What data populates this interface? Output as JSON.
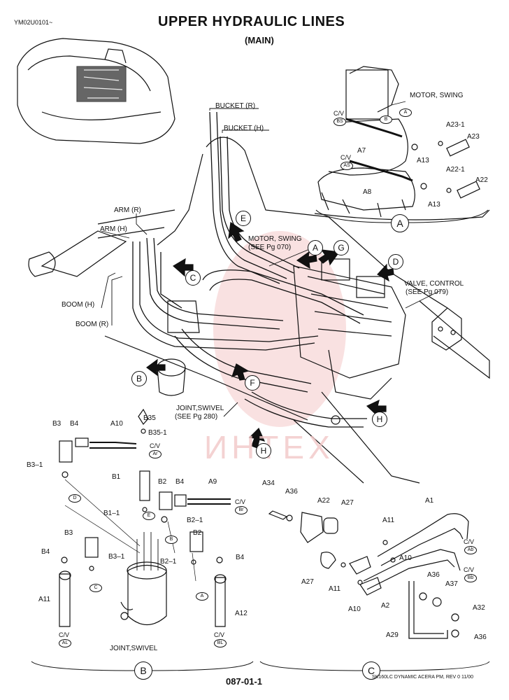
{
  "header": {
    "doc_code": "YM02U0101~",
    "title": "UPPER HYDRAULIC LINES",
    "subtitle": "(MAIN)"
  },
  "labels": {
    "bucket_r": "BUCKET (R)",
    "bucket_h": "BUCKET (H)",
    "arm_r": "ARM  (R)",
    "arm_h": "ARM (H)",
    "boom_h": "BOOM (H)",
    "boom_r": "BOOM (R)",
    "motor_swing_top": "MOTOR, SWING",
    "motor_swing_mid": "MOTOR, SWING",
    "motor_swing_ref": "(SEE Pg  070)",
    "valve_control": "VALVE, CONTROL",
    "valve_control_ref": "(SEE Pg  079)",
    "joint_swivel_mid": "JOINT,SWIVEL",
    "joint_swivel_ref": "(SEE Pg  280)",
    "joint_swivel_bottom": "JOINT,SWIVEL",
    "cv": "C/V"
  },
  "callouts": [
    "A",
    "B",
    "C",
    "D",
    "E",
    "F",
    "G",
    "H"
  ],
  "parts": {
    "a7": "A7",
    "a8": "A8",
    "a13": "A13",
    "a13b": "A13",
    "a23": "A23",
    "a23_1": "A23-1",
    "a22": "A22",
    "a22_1": "A22-1",
    "b35": "B35",
    "b35_1": "B35-1",
    "b3": "B3",
    "b4": "B4",
    "a10": "A10",
    "b3_1": "B3–1",
    "b1": "B1",
    "b2": "B2",
    "b4b": "B4",
    "a9": "A9",
    "b1_1": "B1–1",
    "b2_1": "B2–1",
    "b3b": "B3",
    "b4c": "B4",
    "b3_1b": "B3–1",
    "b2b": "B2",
    "b2_1b": "B2–1",
    "b4d": "B4",
    "a11": "A11",
    "a12": "A12",
    "a34": "A34",
    "a36": "A36",
    "a22b": "A22",
    "a27": "A27",
    "a1": "A1",
    "a11b": "A11",
    "a10b": "A10",
    "a27b": "A27",
    "a11c": "A11",
    "a10c": "A10",
    "a2": "A2",
    "a36b": "A36",
    "a37": "A37",
    "a32": "A32",
    "a29": "A29",
    "a36c": "A36"
  },
  "small_refs": {
    "bs": "BS",
    "as": "AS",
    "a": "A",
    "b": "B",
    "ar": "Ar",
    "br": "Br",
    "d": "D",
    "e": "E",
    "b_ref": "B",
    "c": "C",
    "a_ref": "A",
    "al": "AL",
    "bl": "BL",
    "ab": "Ab",
    "bb": "Bb"
  },
  "footer": {
    "page": "087-01-1",
    "rev": "SK160LC DYNAMIC ACERA PM,  REV 0 11/00"
  },
  "watermark": "ИНТЕХ"
}
